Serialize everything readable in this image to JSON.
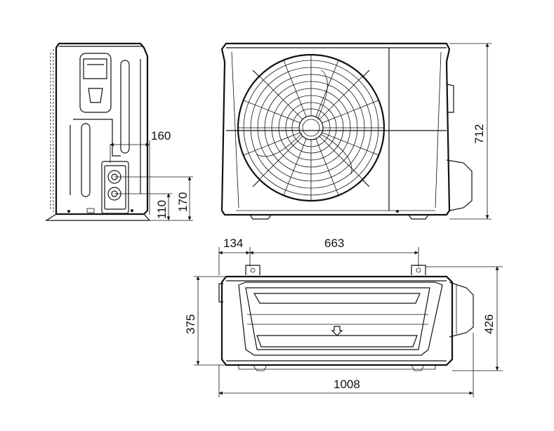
{
  "dimensions": {
    "side_pipe_offset": "160",
    "side_lower_pipe_height": "110",
    "side_upper_pipe_height": "170",
    "front_height": "712",
    "top_mount_offset": "134",
    "top_mount_spacing": "663",
    "top_depth_body": "375",
    "top_depth_total": "426",
    "top_width_total": "1008"
  },
  "colors": {
    "line": "#111111",
    "background": "#ffffff"
  },
  "icons": [
    "drain-arrow-icon",
    "fan-grille-icon",
    "pipe-valve-icon"
  ]
}
